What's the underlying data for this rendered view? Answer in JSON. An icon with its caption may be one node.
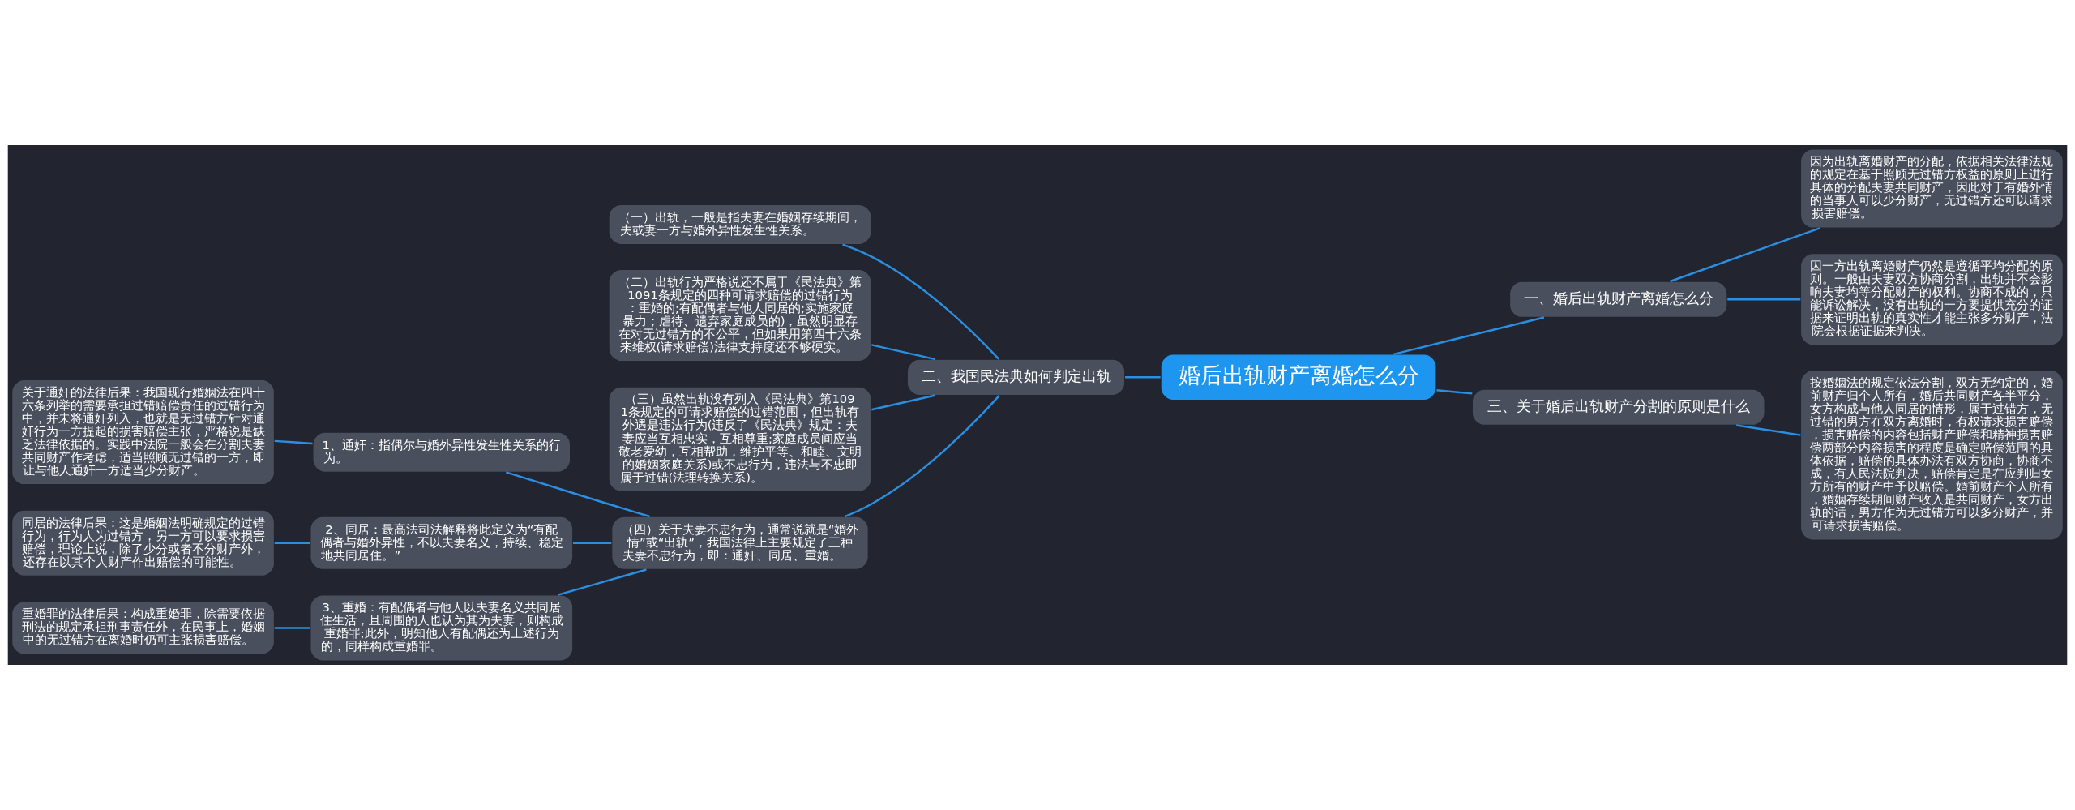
{
  "diagram": {
    "nodes": [
      {
        "text": [
          "婚后出轨财产离婚怎么分"
        ]
      },
      {
        "text": [
          "一、婚后出轨财产离婚怎么分"
        ]
      },
      {
        "text": [
          "因为出轨离婚财产的分配，依据相关法律法规的规定在基于照顾无过错方权益的原则上进行具体的分配夫妻共同财产，因此对于有婚外情的当事人可以少分财产，无过错方还可以请求损害赔偿。"
        ]
      },
      {
        "text": [
          "因一方出轨离婚财产仍然是遵循平均分配的原则。一般由夫妻双方协商分割，出轨并不会影响夫妻均等分配财产的权利。协商不成的，只能诉讼解决，没有出轨的一方要提供充分的证据来证明出轨的真实性才能主张多分财产，法院会根据证据来判决。"
        ]
      },
      {
        "text": [
          "二、我国民法典如何判定出轨"
        ]
      },
      {
        "text": [
          "（一）出轨，一般是指夫妻在婚姻存续期间，夫或妻一方与婚外异性发生性关系。"
        ]
      },
      {
        "text": [
          "（二）出轨行为严格说还不属于《民法典》第1091条规定的四种可请求赔偿的过错行为：重婚的;有配偶者与他人同居的;实施家庭暴力；虐待、遗弃家庭成员的)，虽然明显存在对无过错方的不公平，但如果用第四十六条来维权(请求赔偿)法律支持度还不够硬实。"
        ]
      },
      {
        "text": [
          "（三）虽然出轨没有列入《民法典》第1091条规定的可请求赔偿的过错范围，但出轨有外遇是违法行为(违反了《民法典》规定：夫妻应当互相忠实，互相尊重;家庭成员间应当敬老爱幼，互相帮助，维护平等、和睦、文明的婚姻家庭关系)或不忠行为，违法与不忠即属于过错(法理转换关系)。"
        ]
      },
      {
        "text": [
          "（四）关于夫妻不忠行为，通常说就是“婚外情”或“出轨”，我国法律上主要规定了三种夫妻不忠行为，即：通奸、同居、重婚。"
        ]
      },
      {
        "text": [
          "1、通奸：指偶尔与婚外异性发生性关系的行为。"
        ]
      },
      {
        "text": [
          "关于通奸的法律后果：我国现行婚姻法在四十六条列举的需要承担过错赔偿责任的过错行为中，并未将通奸列入，也就是无过错方针对通奸行为一方提起的损害赔偿主张，严格说是缺乏法律依据的。实践中法院一般会在分割夫妻共同财产作考虑，适当照顾无过错的一方，即让与他人通奸一方适当少分财产。"
        ]
      },
      {
        "text": [
          "2、同居：最高法司法解释将此定义为“有配偶者与婚外异性，不以夫妻名义，持续、稳定地共同居住。”"
        ]
      },
      {
        "text": [
          "同居的法律后果：这是婚姻法明确规定的过错行为，行为人为过错方，另一方可以要求损害赔偿，理论上说，除了少分或者不分财产外，还存在以其个人财产作出赔偿的可能性。"
        ]
      },
      {
        "text": [
          "3、重婚：有配偶者与他人以夫妻名义共同居住生活，且周围的人也认为其为夫妻，则构成重婚罪;此外，明知他人有配偶还为上述行为的，同样构成重婚罪。"
        ]
      },
      {
        "text": [
          "重婚罪的法律后果：构成重婚罪，除需要依据刑法的规定承担刑事责任外，在民事上，婚姻中的无过错方在离婚时仍可主张损害赔偿。"
        ]
      },
      {
        "text": [
          "三、关于婚后出轨财产分割的原则是什么"
        ]
      },
      {
        "text": [
          "按婚姻法的规定依法分割，双方无约定的，婚前财产归个人所有，婚后共同财产各半平分，女方构成与他人同居的情形，属于过错方，无过错的男方在双方离婚时，有权请求损害赔偿，损害赔偿的内容包括财产赔偿和精神损害赔偿两部分内容损害的程度是确定赔偿范围的具体依据，赔偿的具体办法有双方协商，协商不成，有人民法院判决，赔偿肯定是在应判归女方所有的财产中予以赔偿。婚前财产个人所有，婚姻存续期间财产收入是共同财产，女方出轨的话，男方作为无过错方可以多分财产，并可请求损害赔偿。"
        ]
      }
    ],
    "edges": [
      {
        "from": 0,
        "to": 1,
        "arrow": "none"
      },
      {
        "from": 1,
        "to": 2,
        "arrow": "none"
      },
      {
        "from": 1,
        "to": 3,
        "arrow": "none"
      },
      {
        "from": 0,
        "to": 4,
        "arrow": "none"
      },
      {
        "from": 4,
        "to": 5,
        "arrow": "none"
      },
      {
        "from": 4,
        "to": 6,
        "arrow": "none"
      },
      {
        "from": 4,
        "to": 7,
        "arrow": "none"
      },
      {
        "from": 4,
        "to": 8,
        "arrow": "none"
      },
      {
        "from": 8,
        "to": 9,
        "arrow": "none"
      },
      {
        "from": 9,
        "to": 10,
        "arrow": "none"
      },
      {
        "from": 8,
        "to": 11,
        "arrow": "none"
      },
      {
        "from": 11,
        "to": 12,
        "arrow": "none"
      },
      {
        "from": 8,
        "to": 13,
        "arrow": "none"
      },
      {
        "from": 13,
        "to": 14,
        "arrow": "none"
      },
      {
        "from": 0,
        "to": 15,
        "arrow": "none"
      },
      {
        "from": 15,
        "to": 16,
        "arrow": "none"
      }
    ]
  }
}
